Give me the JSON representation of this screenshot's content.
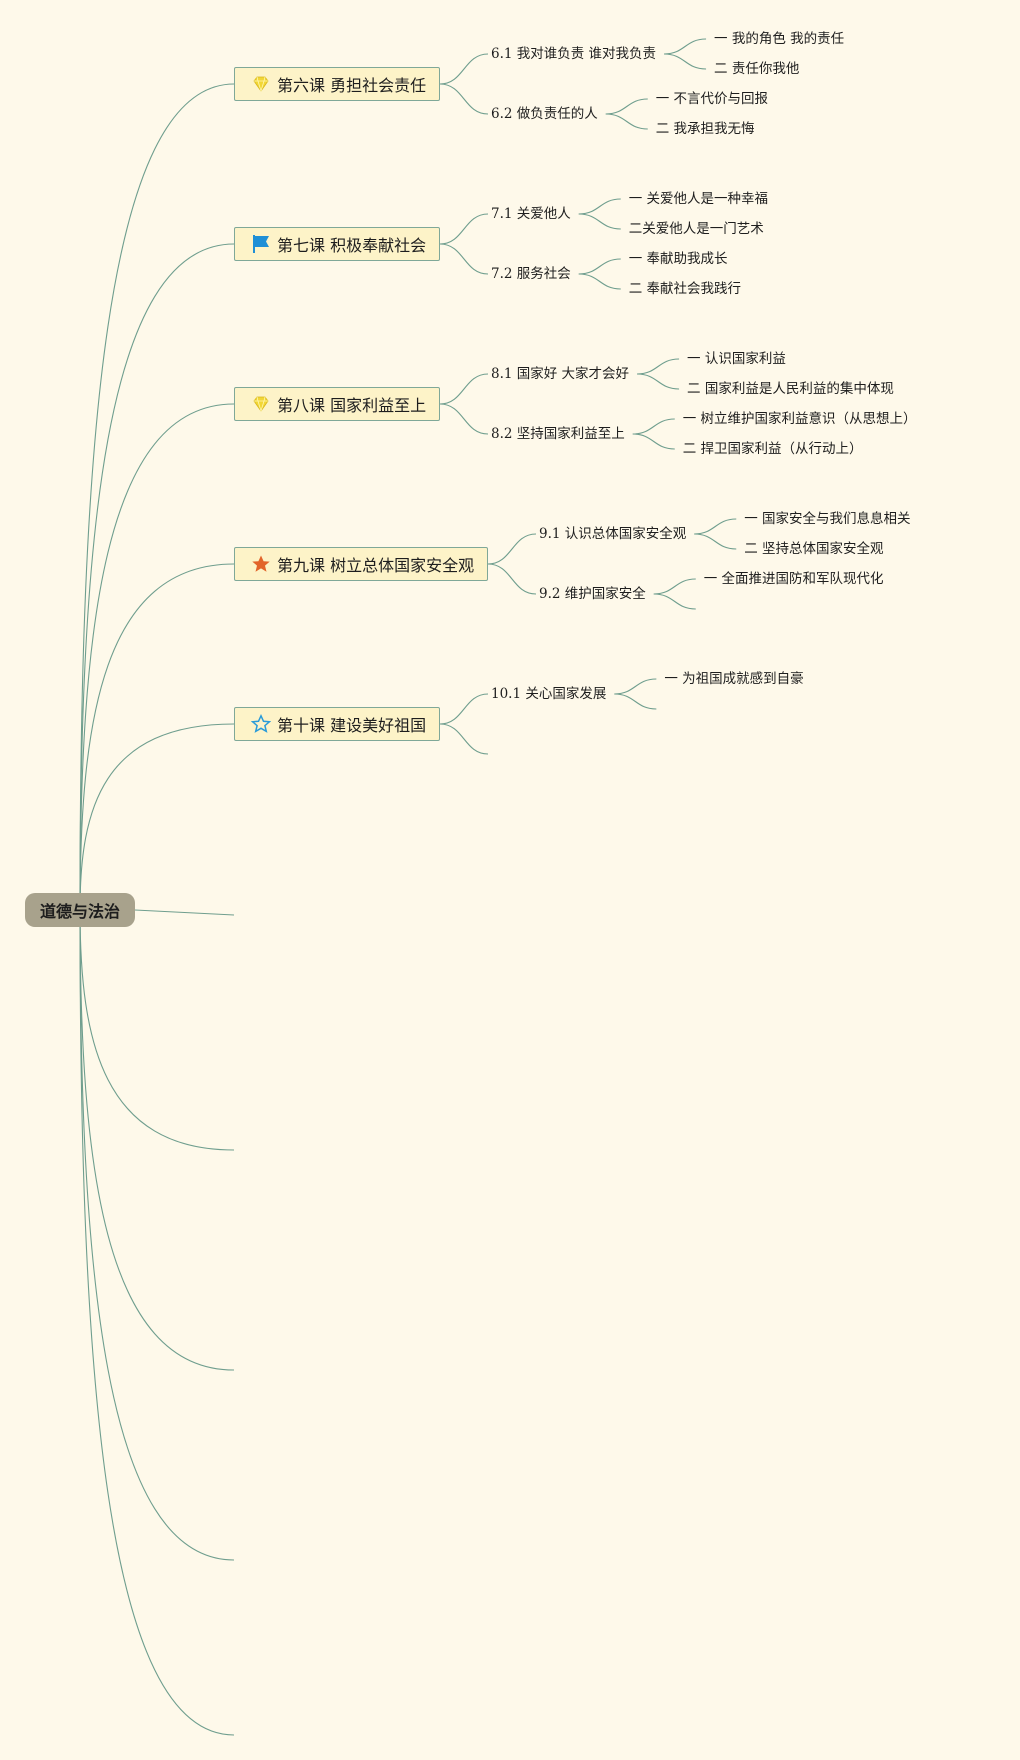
{
  "root": {
    "label": "道德与法治"
  },
  "lessons": [
    {
      "label": "第六课 勇担社会责任",
      "icon": "diamond-icon",
      "subs": [
        {
          "label": "6.1 我对谁负责 谁对我负责",
          "leaves": [
            "一 我的角色 我的责任",
            "二 责任你我他"
          ]
        },
        {
          "label": "6.2 做负责任的人",
          "leaves": [
            "一 不言代价与回报",
            "二 我承担我无悔"
          ]
        }
      ]
    },
    {
      "label": "第七课 积极奉献社会",
      "icon": "flag-icon",
      "subs": [
        {
          "label": "7.1 关爱他人",
          "leaves": [
            "一 关爱他人是一种幸福",
            "二关爱他人是一门艺术"
          ]
        },
        {
          "label": "7.2 服务社会",
          "leaves": [
            "一 奉献助我成长",
            "二 奉献社会我践行"
          ]
        }
      ]
    },
    {
      "label": "第八课 国家利益至上",
      "icon": "diamond-icon",
      "subs": [
        {
          "label": "8.1 国家好 大家才会好",
          "leaves": [
            "一 认识国家利益",
            "二 国家利益是人民利益的集中体现"
          ]
        },
        {
          "label": "8.2 坚持国家利益至上",
          "leaves": [
            "一 树立维护国家利益意识（从思想上）",
            "二 捍卫国家利益（从行动上）"
          ]
        }
      ]
    },
    {
      "label": "第九课 树立总体国家安全观",
      "icon": "star-filled-icon",
      "subs": [
        {
          "label": "9.1 认识总体国家安全观",
          "leaves": [
            "一 国家安全与我们息息相关",
            "二 坚持总体国家安全观"
          ]
        },
        {
          "label": "9.2 维护国家安全",
          "leaves": [
            "一 全面推进国防和军队现代化",
            ""
          ]
        }
      ]
    },
    {
      "label": "第十课 建设美好祖国",
      "icon": "star-outline-icon",
      "subs": [
        {
          "label": "10.1 关心国家发展",
          "leaves": [
            "一 为祖国成就感到自豪",
            ""
          ]
        },
        {
          "label": "",
          "leaves": []
        }
      ]
    }
  ],
  "colors": {
    "background": "#fef9ea",
    "connector": "#6f9e8e",
    "lesson_fill": "#fdf3c8",
    "lesson_border": "#7fa898",
    "root_fill": "#a8a28c",
    "diamond": "#f2d637",
    "flag": "#1f8fd6",
    "star_filled": "#e2642a",
    "star_outline": "#2a9bd8"
  }
}
